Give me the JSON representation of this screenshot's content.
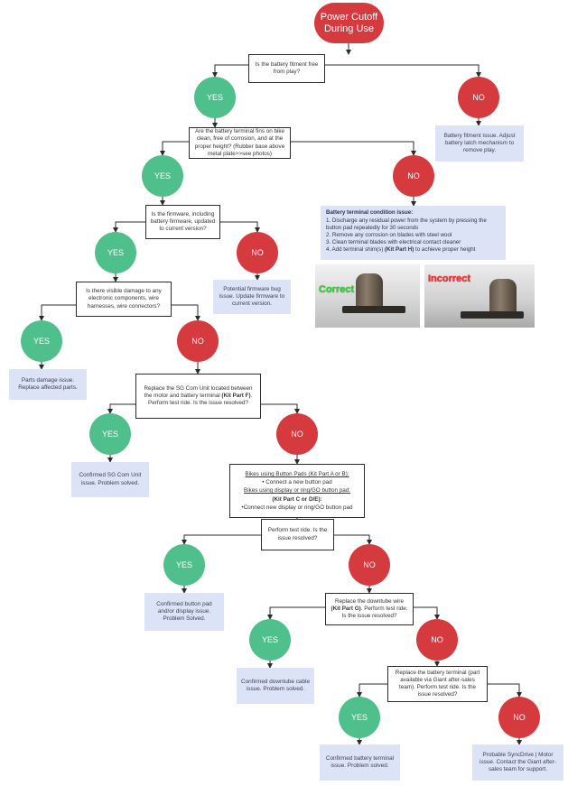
{
  "start": "Power Cutoff During Use",
  "q1": "Is the battery fitment free from play?",
  "q2": "Are the battery terminal fins on bike clean, free of corrosion, and at the proper height? (Rubber base above metal plate>>see photos)",
  "q3": "Is the firmware, including battery firmware, updated to current version?",
  "q4": "Is there visible damage to any electronic components, wire harnesses, wire connectors?",
  "q5": {
    "text_a": "Replace the SG Com Unit located between the motor and battery terminal ",
    "bold": "(Kit Part F)",
    "text_b": ". Perform test ride. Is the issue resolved?"
  },
  "q6": {
    "line1": "Bikes using Button Pads (Kit Part A or B):",
    "line2": "• Connect a new button pad",
    "line3": "Bikes using display or ring/GO button pad:",
    "line4": "(Kit Part C or D/E):",
    "line5": "•Connect new display or ring/GO button pad"
  },
  "q6b": "Perform test ride. Is the issue resolved?",
  "q7": {
    "text_a": "Replace the downtube wire ",
    "bold": "(Kit Part G)",
    "text_b": ". Perform test ride. Is the issue resolved?"
  },
  "q8": "Replace the battery terminal (part available via Giant after-sales team). Perform test ride. Is the issue resolved?",
  "yes": "YES",
  "no": "NO",
  "notes": {
    "fitment": "Battery fitment issue. Adjust battery latch mechanism to remove play.",
    "firmware": "Potential firmware bug issue. Update firmware to current version.",
    "damage": "Parts damage issue. Replace affected parts.",
    "sgcom": "Confirmed SG Com Unit issue. Problem solved.",
    "button": "Confirmed button pad and/or display issue. Problem Solved.",
    "downtube": "Confirmed downtube cable issue. Problem solved.",
    "terminal": "Confirmed battery terminal issue. Problem solved.",
    "syncdrive": "Probable SyncDrive | Motor issue. Contact the Giant after-sales team for support."
  },
  "terminal_issue": {
    "title": "Battery terminal condition issue:",
    "step1": "1. Discharge any residual power from the system by pressing the button pad repeatedly for 30 seconds",
    "step2": "2. Remove any corrosion on blades with steel wool",
    "step3": "3. Clean terminal blades with electrical contact cleaner",
    "step4_a": "4. Add terminal shim(s) ",
    "step4_bold": "(Kit Part H)",
    "step4_b": " to achieve proper height"
  },
  "photos": {
    "correct": "Correct",
    "incorrect": "Incorrect"
  },
  "colors": {
    "red": "#d43a3e",
    "green": "#4fbf8c",
    "note_bg": "#dde3f7",
    "line": "#2b2b2b"
  }
}
